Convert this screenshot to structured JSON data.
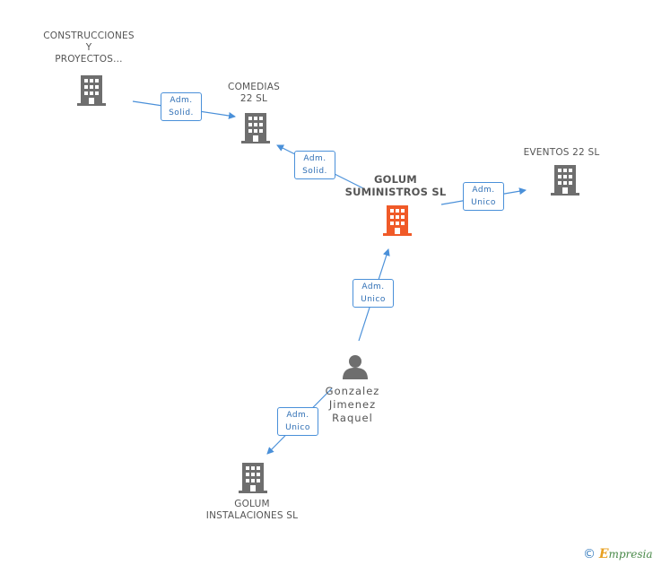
{
  "nodes": {
    "construcciones": {
      "line1": "CONSTRUCCIONES",
      "line2": "Y",
      "line3": "PROYECTOS..."
    },
    "comedias": {
      "line1": "COMEDIAS",
      "line2": "22 SL"
    },
    "golum_suministros": {
      "line1": "GOLUM",
      "line2": "SUMINISTROS SL"
    },
    "eventos": {
      "line1": "EVENTOS 22 SL"
    },
    "gonzalez": {
      "line1": "Gonzalez",
      "line2": "Jimenez",
      "line3": "Raquel"
    },
    "golum_instalaciones": {
      "line1": "GOLUM",
      "line2": "INSTALACIONES SL"
    }
  },
  "edges": {
    "e1": {
      "line1": "Adm.",
      "line2": "Solid."
    },
    "e2": {
      "line1": "Adm.",
      "line2": "Solid."
    },
    "e3": {
      "line1": "Adm.",
      "line2": "Unico"
    },
    "e4": {
      "line1": "Adm.",
      "line2": "Unico"
    },
    "e5": {
      "line1": "Adm.",
      "line2": "Unico"
    }
  },
  "footer": {
    "copyright": "©",
    "brand_first": "E",
    "brand_rest": "mpresia"
  },
  "colors": {
    "building": "#6e6e6e",
    "main_building": "#f05a28",
    "edge": "#4a90d9",
    "person": "#6e6e6e"
  }
}
